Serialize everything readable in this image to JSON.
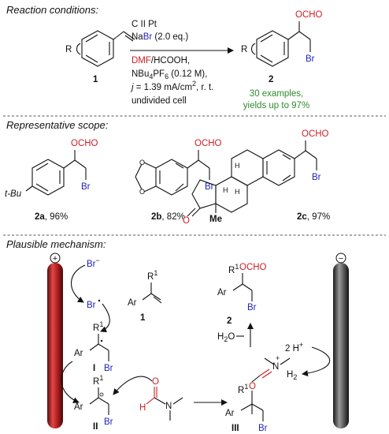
{
  "headings": {
    "conditions": "Reaction conditions:",
    "scope": "Representative scope:",
    "mechanism": "Plausible mechanism:"
  },
  "conditions": {
    "electrodes": "C II Pt",
    "nabr_pre": "Na",
    "nabr_br": "Br",
    "nabr_eq": " (2.0 eq.)",
    "solvent_dmf": "DMF",
    "solvent_rest": "/HCOOH,",
    "electrolyte": "NBu",
    "electrolyte_sub1": "4",
    "electrolyte_mid": "PF",
    "electrolyte_sub2": "6",
    "electrolyte_conc": " (0.12 M),",
    "current_j": "j",
    "current_eq": " = 1.39 mA/cm",
    "current_sup": "2",
    "current_rest": ", r. t.",
    "cell": "undivided cell",
    "examples": "30 examples,",
    "yields": "yields up to 97%"
  },
  "compounds": {
    "sm": "1",
    "product": "2",
    "r_label": "R",
    "ocho": "OCHO",
    "br": "Br",
    "tbu": "t-Bu",
    "ex_2a_num": "2a",
    "ex_2a_yield": ", 96%",
    "ex_2b_num": "2b",
    "ex_2b_yield": ", 82%",
    "ex_2c_num": "2c",
    "ex_2c_yield": ", 97%",
    "h_label": "H",
    "o_label": "O",
    "me_label": "Me"
  },
  "mechanism": {
    "anode_sign": "+",
    "cathode_sign": "−",
    "br_anion": "Br",
    "br_anion_sup": "−",
    "br_radical": "Br",
    "r1": "R",
    "r1_sup": "1",
    "ar": "Ar",
    "int_1": "1",
    "int_I": "I",
    "int_II": "II",
    "int_III": "III",
    "int_2": "2",
    "h2o": "H",
    "h2o_sub": "2",
    "h2o_o": "O",
    "protons": "2 H",
    "protons_sup": "+",
    "h2": "H",
    "h2_sub": "2",
    "n_plus": "+",
    "n_label": "N",
    "o_label": "O",
    "h_label": "H",
    "br": "Br",
    "ocho": "OCHO"
  }
}
